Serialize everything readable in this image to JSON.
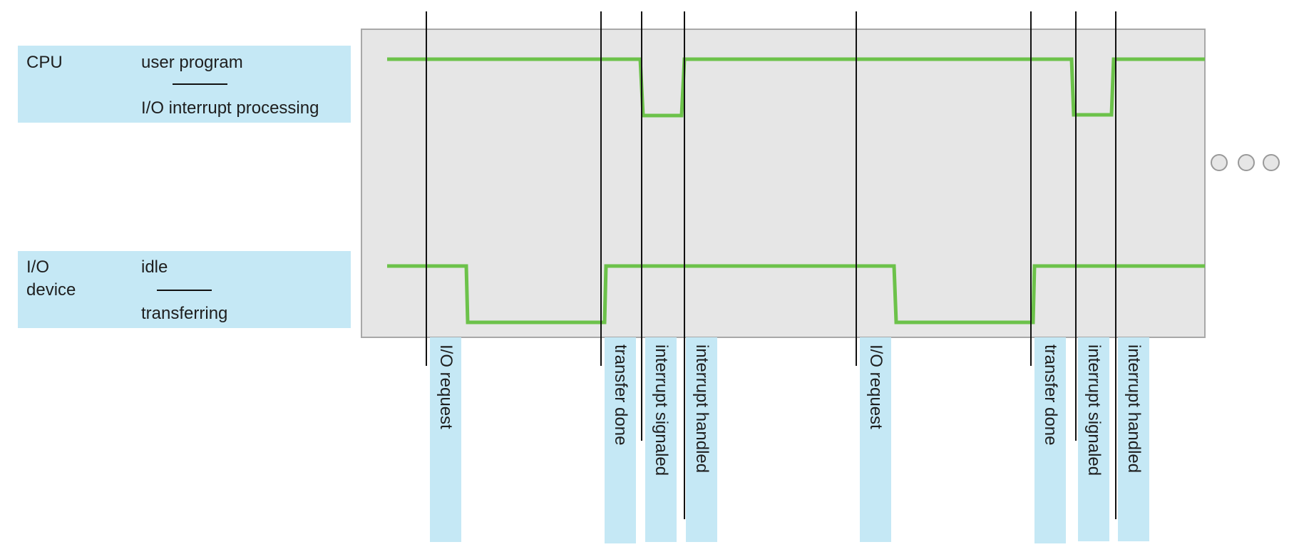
{
  "rows": {
    "cpu": {
      "name": "CPU",
      "high_state": "user program",
      "low_state": "I/O interrupt processing"
    },
    "io": {
      "name_line1": "I/O",
      "name_line2": "device",
      "high_state": "idle",
      "low_state": "transferring"
    }
  },
  "events": [
    {
      "label": "I/O request"
    },
    {
      "label": "transfer done"
    },
    {
      "label": "interrupt signaled"
    },
    {
      "label": "interrupt handled"
    },
    {
      "label": "I/O request"
    },
    {
      "label": "transfer done"
    },
    {
      "label": "interrupt signaled"
    },
    {
      "label": "interrupt handled"
    }
  ],
  "continuation_icon": "ellipsis-dots-icon",
  "colors": {
    "label_fill": "#c5e8f5",
    "panel_fill": "#e6e6e6",
    "panel_border": "#a8a8a8",
    "signal_line": "#6cc24a",
    "event_line": "#111111"
  }
}
